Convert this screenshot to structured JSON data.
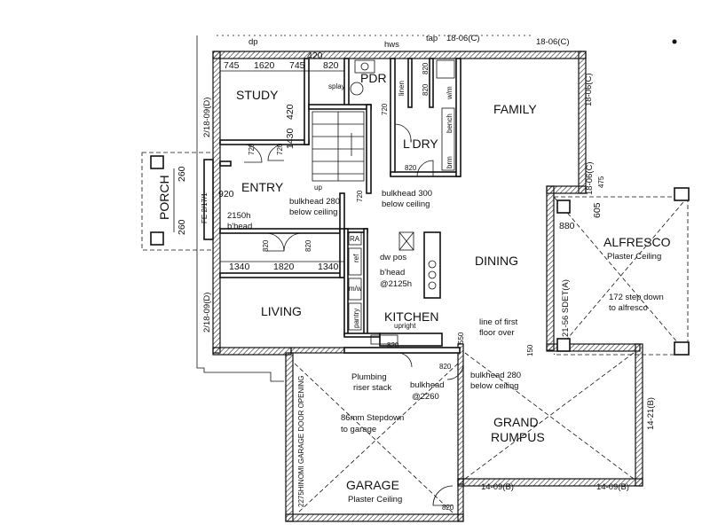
{
  "rooms": {
    "study": "STUDY",
    "pdr": "PDR",
    "family": "FAMILY",
    "ldry": "L'DRY",
    "entry": "ENTRY",
    "porch": "PORCH",
    "alfresco": "ALFRESCO",
    "alfresco_sub": "Plaster Ceiling",
    "dining": "DINING",
    "living": "LIVING",
    "kitchen": "KITCHEN",
    "grand_rumpus_1": "GRAND",
    "grand_rumpus_2": "RUMPUS",
    "garage": "GARAGE",
    "garage_sub": "Plaster Ceiling"
  },
  "notes": {
    "bulkhead_entry_1": "bulkhead 280",
    "bulkhead_entry_2": "below ceiling",
    "bulkhead_300_1": "bulkhead 300",
    "bulkhead_300_2": "below ceiling",
    "bhead_2150_1": "2150h",
    "bhead_2150_2": "b'head",
    "fe": "FE 2/17/1",
    "dw_pos": "dw pos",
    "bhead_kitchen_1": "b'head",
    "bhead_kitchen_2": "@2125h",
    "step_alfresco_1": "172 step down",
    "step_alfresco_2": "to alfresco",
    "first_floor_1": "line of first",
    "first_floor_2": "floor over",
    "bulkhead_rumpus_1": "bulkhead 280",
    "bulkhead_rumpus_2": "below ceiling",
    "plumbing_1": "Plumbing",
    "plumbing_2": "riser stack",
    "bulkhead_garage_1": "bulkhead",
    "bulkhead_garage_2": "@2260",
    "stepdown_1": "86mm Stepdown",
    "stepdown_2": "to garage",
    "garage_door": "2275HINOMI GARAGE DOOR OPENING",
    "hws": "hws",
    "tap": "tap",
    "dp": "dp",
    "linen": "linen",
    "bench": "bench",
    "brm": "brm",
    "wm": "w/m",
    "splay": "splay",
    "up": "up",
    "ra": "RA",
    "ref": "ref",
    "mw": "m/w",
    "pantry": "pantry",
    "upright": "upright"
  },
  "dims": {
    "d745a": "745",
    "d1620": "1620",
    "d745b": "745",
    "d420a": "420",
    "d820a": "820",
    "d420b": "420",
    "d1430": "1430",
    "d720a": "720",
    "d720b": "720",
    "d920": "920",
    "d260a": "260",
    "d260b": "260",
    "d820b": "820",
    "d820c": "820",
    "d720c": "720",
    "d820d": "820",
    "d1340a": "1340",
    "d1820": "1820",
    "d1340b": "1340",
    "d820e": "820",
    "d820f": "820",
    "d720d": "720",
    "d880": "880",
    "d605": "605",
    "d475": "475",
    "d550": "550",
    "d150": "150",
    "d820g": "820",
    "d820h": "820",
    "d820i": "820"
  },
  "refs": {
    "r1": "18-06(C)",
    "r2": "18-06(C)",
    "r3": "18-06(C)",
    "r4": "2/18-09(D)",
    "r5": "18-06(C)",
    "r6": "21-56 SDET(A)",
    "r7": "2/18-09(D)",
    "r8": "14-21(B)",
    "r9": "14-09(B)",
    "r10": "14-09(B)"
  }
}
